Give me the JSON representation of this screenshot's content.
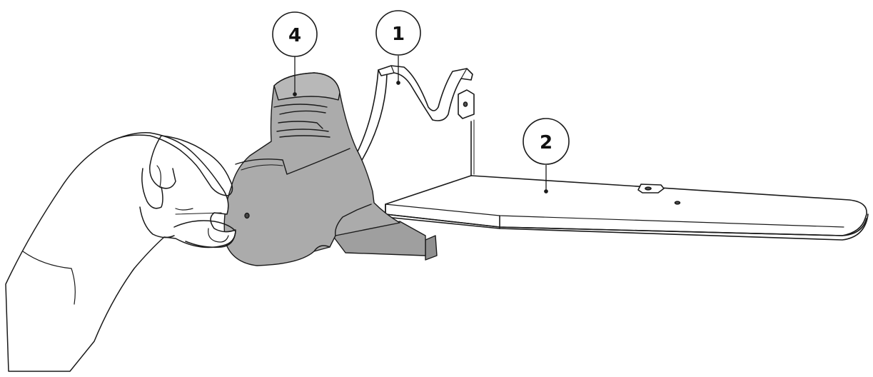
{
  "callouts": [
    {
      "id": "part-4",
      "label": "4"
    },
    {
      "id": "part-1",
      "label": "1"
    },
    {
      "id": "part-2",
      "label": "2"
    }
  ],
  "colors": {
    "line": "#1a1a1a",
    "part_fill": "#ababab",
    "part_shadow": "#8f8f8f",
    "background": "#ffffff"
  },
  "icons": [
    "hand-illustration",
    "seat-part-illustration",
    "backrest-bracket-illustration",
    "base-tray-illustration"
  ]
}
